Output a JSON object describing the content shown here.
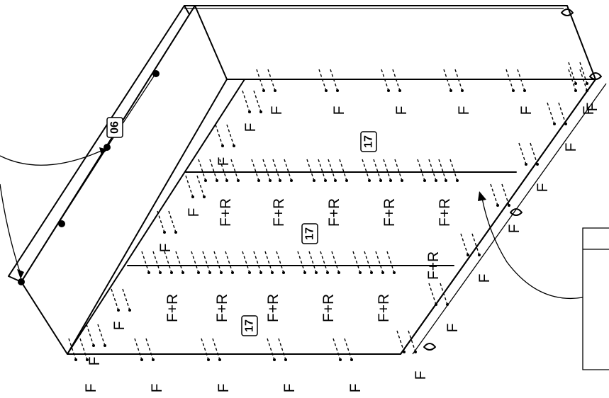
{
  "part_numbers": {
    "top_rail": "06",
    "panel_top": "17",
    "panel_middle": "17",
    "panel_bottom": "17"
  },
  "fastener_codes": {
    "front": "F",
    "front_rear": "F+R"
  },
  "icons": {
    "screw": "screw-icon",
    "arrow": "arrow-icon",
    "connector": "cam-connector-icon"
  }
}
